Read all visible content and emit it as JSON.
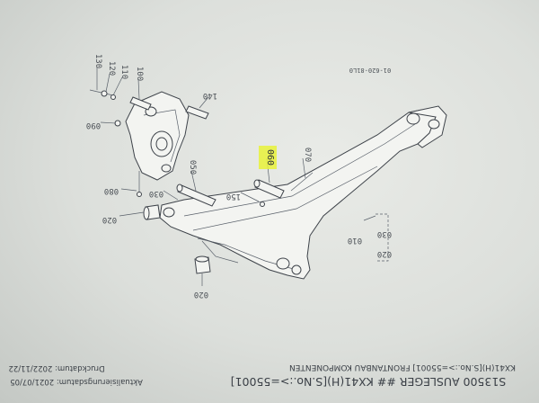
{
  "header": {
    "title": "S13500 AUSLEGER ## KX41(H)[S.No.:>=55001]",
    "subtitle": "KX41(H)[S.No.:>=55001] FRONTANBAU KOMPONENTEN",
    "update_date": "Aktualisierungsdatum: 2021/07/05",
    "print_date": "Druckdatum: 2022/11/22"
  },
  "drawing": {
    "reference_code": "01-620-81L0",
    "callouts": [
      {
        "id": "010",
        "text": "010"
      },
      {
        "id": "020a",
        "text": "020"
      },
      {
        "id": "020b",
        "text": "020"
      },
      {
        "id": "020c",
        "text": "020"
      },
      {
        "id": "030a",
        "text": "030"
      },
      {
        "id": "030b",
        "text": "030"
      },
      {
        "id": "050",
        "text": "050"
      },
      {
        "id": "060",
        "text": "060"
      },
      {
        "id": "070",
        "text": "070"
      },
      {
        "id": "080",
        "text": "080"
      },
      {
        "id": "090",
        "text": "090"
      },
      {
        "id": "100",
        "text": "100"
      },
      {
        "id": "110",
        "text": "110"
      },
      {
        "id": "120",
        "text": "120"
      },
      {
        "id": "130",
        "text": "130"
      },
      {
        "id": "140",
        "text": "140"
      },
      {
        "id": "150",
        "text": "150"
      }
    ],
    "highlight_color": "#e8f23a"
  }
}
